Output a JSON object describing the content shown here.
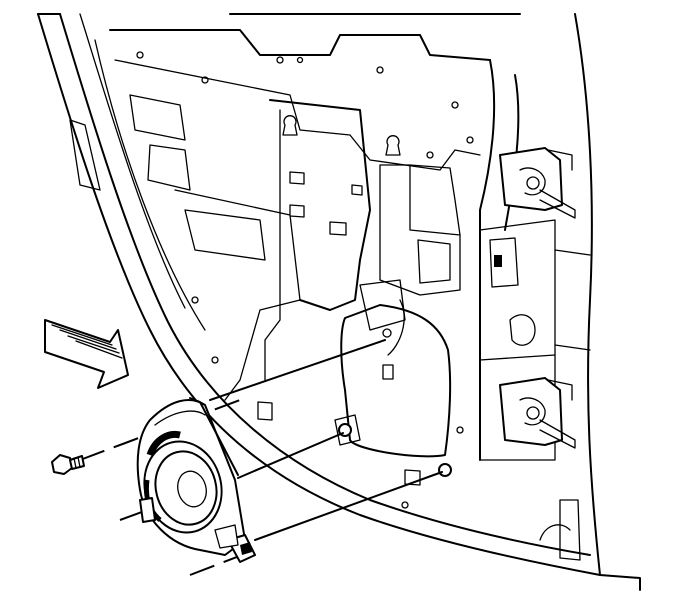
{
  "figure": {
    "kind": "exploded-view line drawing",
    "subject": "door-speaker-installation",
    "colors": {
      "line": "#000000",
      "background": "#ffffff"
    }
  },
  "parts": [
    {
      "id": "door-inner-panel"
    },
    {
      "id": "speaker-assembly"
    },
    {
      "id": "speaker-retaining-bolt"
    },
    {
      "id": "direction-arrow"
    },
    {
      "id": "door-hinge-upper"
    },
    {
      "id": "door-hinge-lower"
    },
    {
      "id": "door-latch-opening"
    }
  ]
}
